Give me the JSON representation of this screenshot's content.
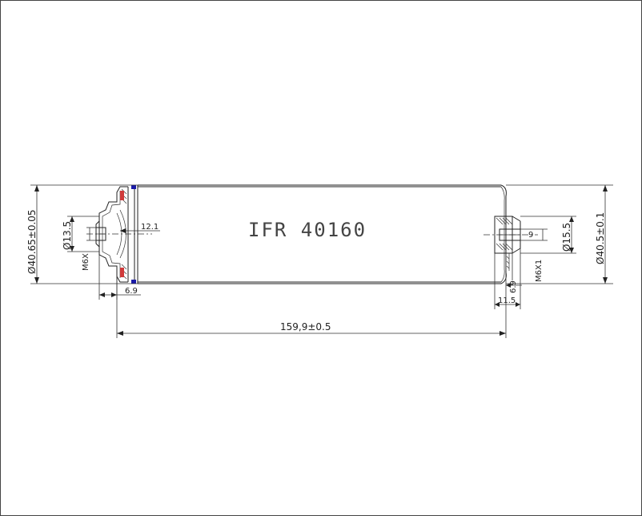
{
  "drawing": {
    "title": "IFR 40160",
    "colors": {
      "line": "#222222",
      "seal_red": "#d03a3a",
      "seal_blue": "#1a1aa8"
    },
    "dims": {
      "left_outer_dia": "Ø40.65±0.05",
      "left_bore_dia": "Ø13.5",
      "left_thread": "M6X",
      "left_depth": "12.1",
      "left_flange": "6.9",
      "overall_length": "159,9±0.5",
      "right_outer_dia": "Ø40.5±0.1",
      "right_bore_dia": "Ø15.5",
      "right_thread": "M6X1",
      "right_depth": "9",
      "right_flange_a": "6.9",
      "right_flange_b": "11.5"
    }
  }
}
